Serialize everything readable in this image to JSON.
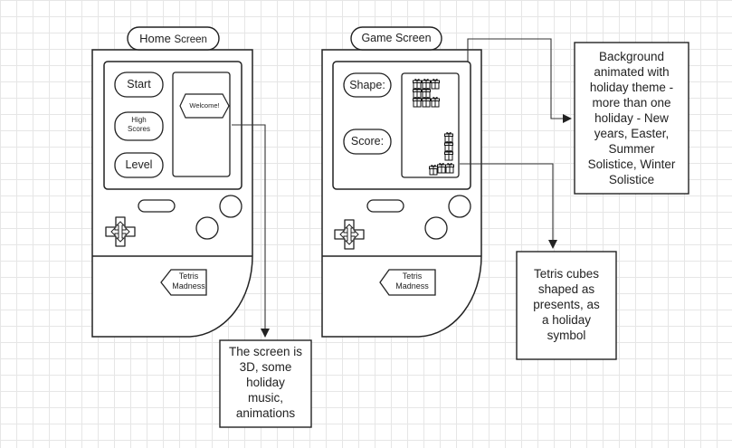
{
  "home": {
    "title_prefix": "Home",
    "title_suffix": "Screen",
    "buttons": {
      "start": "Start",
      "high_scores": [
        "High",
        "Scores"
      ],
      "level": "Level"
    },
    "welcome": "Welcome!",
    "brand": [
      "Tetris",
      "Madness"
    ]
  },
  "game": {
    "title": "Game Screen",
    "shape_label": "Shape:",
    "score_label": "Score:",
    "brand": [
      "Tetris",
      "Madness"
    ]
  },
  "notes": {
    "background": [
      "Background",
      "animated with",
      "holiday theme -",
      "more than one",
      "holiday - New",
      "years, Easter,",
      "Summer",
      "Solistice, Winter",
      "Solistice"
    ],
    "cubes": [
      "Tetris cubes",
      "shaped as",
      "presents, as",
      "a holiday",
      "symbol"
    ],
    "screen": [
      "The screen is",
      "3D, some",
      "holiday",
      "music,",
      "animations"
    ]
  },
  "colors": {
    "stroke": "#222222",
    "grid": "#e6e6e6",
    "background": "#ffffff"
  }
}
